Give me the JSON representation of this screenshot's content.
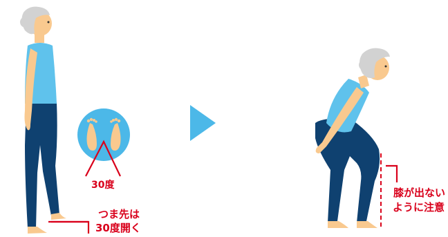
{
  "labels": {
    "angle": "30度",
    "toe_line1": "つま先は",
    "toe_line2": "30度開く",
    "knee_line1": "膝が出ない",
    "knee_line2": "ように注意"
  },
  "colors": {
    "skin": "#f9c98f",
    "shirt": "#5fc2ec",
    "pants": "#0f4170",
    "hair": "#d2d2d2",
    "shoe": "#f9c98f",
    "arrow": "#4cb8e8",
    "accent_red": "#d9001b"
  },
  "icons": [
    "play-arrow-icon",
    "feet-icon"
  ]
}
